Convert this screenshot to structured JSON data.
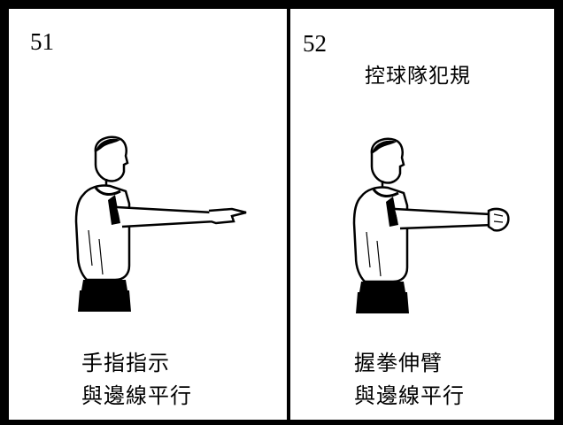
{
  "panels": [
    {
      "number": "51",
      "title": "",
      "caption_line1": "手指指示",
      "caption_line2": "與邊線平行",
      "figure_icon": "referee-pointing-icon"
    },
    {
      "number": "52",
      "title": "控球隊犯規",
      "caption_line1": "握拳伸臂",
      "caption_line2": "與邊線平行",
      "figure_icon": "referee-fist-extended-icon"
    }
  ]
}
